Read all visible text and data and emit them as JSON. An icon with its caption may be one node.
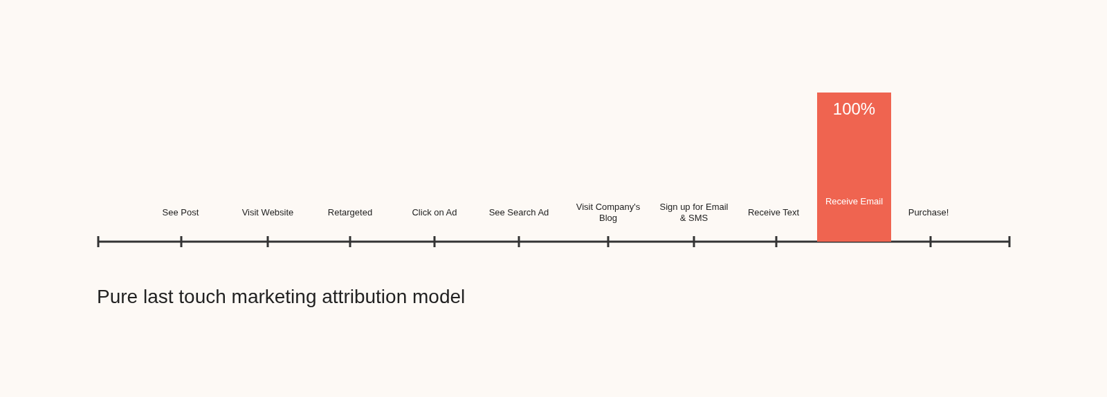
{
  "diagram": {
    "caption": "Pure last touch marketing attribution model",
    "nodes": [
      {
        "text": [
          "100%",
          "Receive Email"
        ]
      }
    ],
    "labels": [
      "See Post",
      "Visit Website",
      "Retargeted",
      "Click on Ad",
      "See Search Ad",
      "Visit Company's Blog",
      "Sign up for Email & SMS",
      "Receive Text",
      "Purchase!"
    ]
  }
}
